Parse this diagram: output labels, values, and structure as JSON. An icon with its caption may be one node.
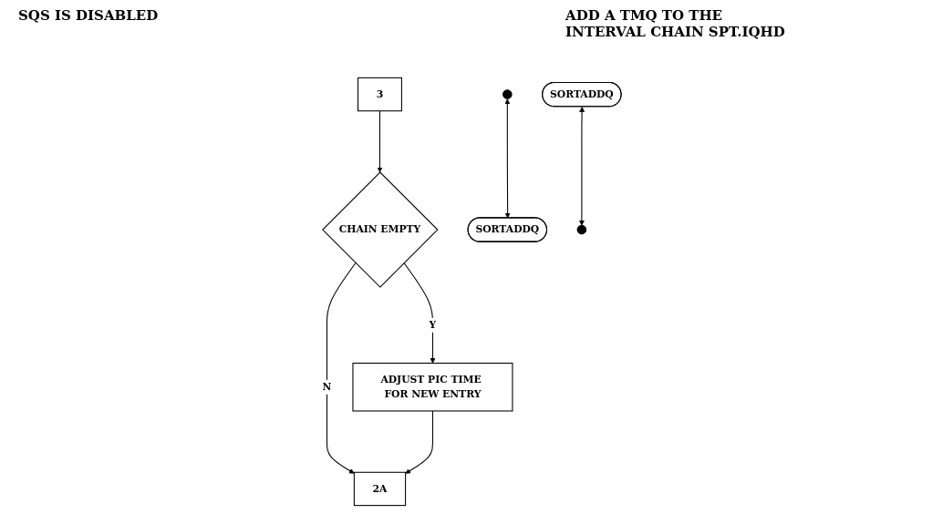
{
  "diagram": {
    "nodes": [
      {
        "text": [
          "3"
        ]
      },
      {
        "text": [
          "CHAIN EMPTY"
        ]
      },
      {
        "text": [
          "ADJUST PIC TIME FOR NEW ENTRY"
        ]
      },
      {
        "text": [
          "SORTADDQ"
        ]
      },
      {
        "text": [
          "SORTADDQ"
        ]
      },
      {
        "text": [
          "2A"
        ]
      }
    ],
    "edges": [
      {
        "from": 0,
        "to": 1,
        "arrow": "to"
      },
      {
        "from": 1,
        "to": 2,
        "label": "Y",
        "arrow": "to"
      },
      {
        "from": 1,
        "to": 5,
        "label": "N",
        "arrow": "to"
      },
      {
        "from": 2,
        "to": 5,
        "arrow": "to"
      },
      {
        "from": 3,
        "to": null,
        "arrow": "both"
      },
      {
        "from": null,
        "to": 4,
        "arrow": "both"
      }
    ],
    "labels": [
      "SQS IS DISABLED",
      "ADD A TMQ TO THE INTERVAL CHAIN SPT.IQHD"
    ]
  }
}
